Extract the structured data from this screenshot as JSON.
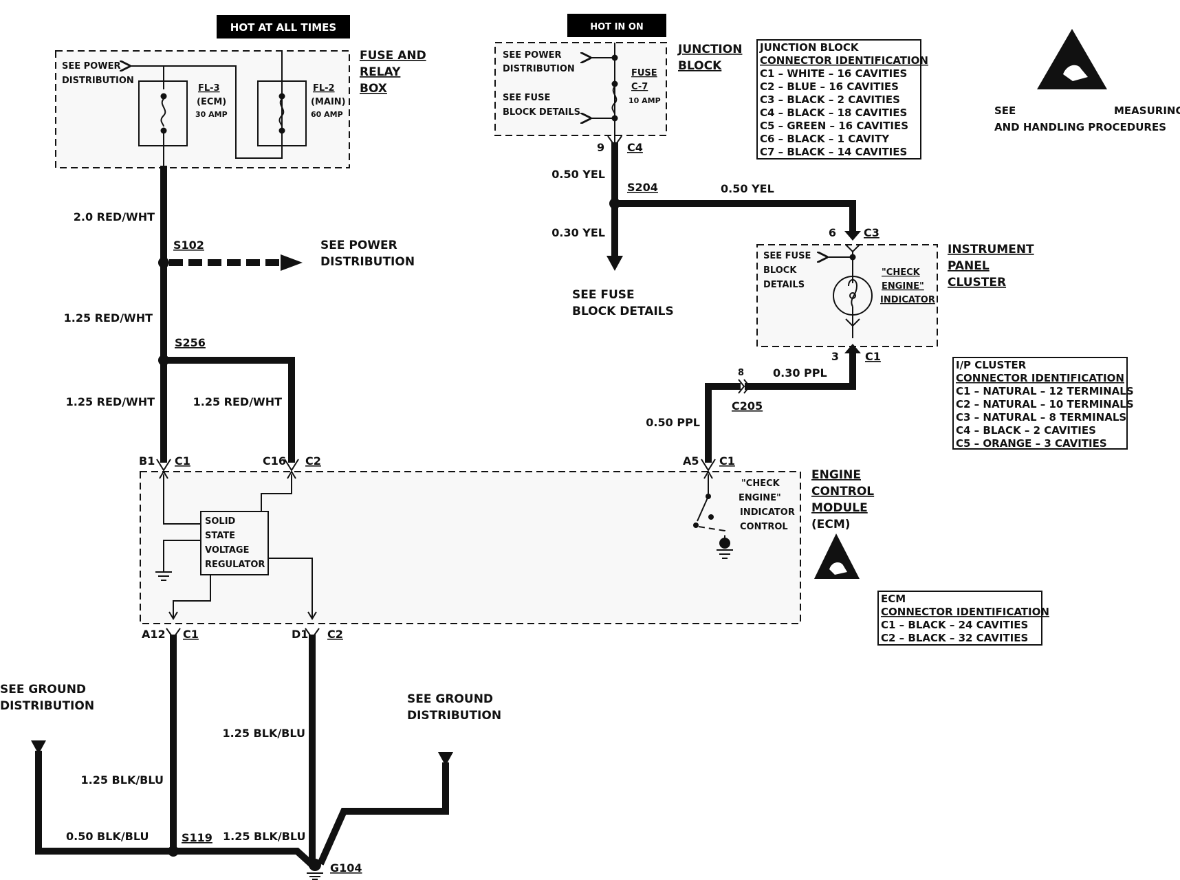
{
  "banners": {
    "hot_at_all_times": "HOT AT ALL TIMES",
    "hot_in_on": "HOT IN ON"
  },
  "fuse_relay_box": {
    "title": [
      "FUSE AND",
      "RELAY",
      "BOX"
    ],
    "see_power": [
      "SEE POWER",
      "DISTRIBUTION"
    ],
    "fl3": {
      "name": "FL-3",
      "desc": "(ECM)",
      "rating": "30 AMP"
    },
    "fl2": {
      "name": "FL-2",
      "desc": "(MAIN)",
      "rating": "60 AMP"
    }
  },
  "junction_block": {
    "title": [
      "JUNCTION",
      "BLOCK"
    ],
    "see_power": [
      "SEE POWER",
      "DISTRIBUTION"
    ],
    "see_fuse": [
      "SEE FUSE",
      "BLOCK DETAILS"
    ],
    "fuse": {
      "name": "FUSE",
      "id": "C-7",
      "rating": "10 AMP"
    },
    "conn_table": {
      "title": [
        "JUNCTION BLOCK",
        "CONNECTOR IDENTIFICATION"
      ],
      "rows": [
        "C1 – WHITE – 16 CAVITIES",
        "C2 – BLUE – 16 CAVITIES",
        "C3 – BLACK – 2 CAVITIES",
        "C4 – BLACK – 18 CAVITIES",
        "C5 – GREEN – 16 CAVITIES",
        "C6 – BLACK – 1 CAVITY",
        "C7 – BLACK – 14 CAVITIES"
      ]
    }
  },
  "esd_note": {
    "left": "SEE",
    "right": "MEASURING",
    "line2": "AND HANDLING PROCEDURES"
  },
  "wires": {
    "w_2_0_red_wht": "2.0 RED/WHT",
    "w_1_25_red_wht_a": "1.25 RED/WHT",
    "w_1_25_red_wht_b": "1.25 RED/WHT",
    "w_1_25_red_wht_c": "1.25 RED/WHT",
    "w_0_50_yel_a": "0.50 YEL",
    "w_0_50_yel_b": "0.50 YEL",
    "w_0_30_yel": "0.30 YEL",
    "w_0_30_ppl": "0.30 PPL",
    "w_0_50_ppl": "0.50 PPL",
    "w_1_25_blk_blu_a": "1.25 BLK/BLU",
    "w_1_25_blk_blu_b": "1.25 BLK/BLU",
    "w_1_25_blk_blu_c": "1.25 BLK/BLU",
    "w_0_50_blk_blu": "0.50 BLK/BLU"
  },
  "splices": {
    "s102": "S102",
    "s256": "S256",
    "s204": "S204",
    "s119": "S119",
    "g104": "G104"
  },
  "connectors": {
    "c4": "C4",
    "pin9": "9",
    "c3": "C3",
    "pin6": "6",
    "c1_ipc": "C1",
    "pin3": "3",
    "c205": "C205",
    "pin8": "8",
    "b1": "B1",
    "c1_b1": "C1",
    "c16": "C16",
    "c2_c16": "C2",
    "a5": "A5",
    "c1_a5": "C1",
    "a12": "A12",
    "c1_a12": "C1",
    "d1": "D1",
    "c2_d1": "C2"
  },
  "see_labels": {
    "power_dist": [
      "SEE POWER",
      "DISTRIBUTION"
    ],
    "fuse_block": [
      "SEE FUSE",
      "BLOCK DETAILS"
    ],
    "ground_left": [
      "SEE GROUND",
      "DISTRIBUTION"
    ],
    "ground_mid": [
      "SEE GROUND",
      "DISTRIBUTION"
    ]
  },
  "instrument_cluster": {
    "title": [
      "INSTRUMENT",
      "PANEL",
      "CLUSTER"
    ],
    "see_fuse": [
      "SEE FUSE",
      "BLOCK",
      "DETAILS"
    ],
    "indicator": [
      "\"CHECK",
      "ENGINE\"",
      "INDICATOR"
    ],
    "conn_table": {
      "title": [
        "I/P CLUSTER",
        "CONNECTOR IDENTIFICATION"
      ],
      "rows": [
        "C1 – NATURAL – 12 TERMINALS",
        "C2 – NATURAL – 10 TERMINALS",
        "C3 – NATURAL – 8 TERMINALS",
        "C4 – BLACK – 2 CAVITIES",
        "C5 – ORANGE – 3 CAVITIES"
      ]
    }
  },
  "ecm": {
    "title": [
      "ENGINE",
      "CONTROL",
      "MODULE",
      "(ECM)"
    ],
    "regulator": [
      "SOLID",
      "STATE",
      "VOLTAGE",
      "REGULATOR"
    ],
    "indicator_control": [
      "\"CHECK",
      "ENGINE\"",
      "INDICATOR",
      "CONTROL"
    ],
    "conn_table": {
      "title": [
        "ECM",
        "CONNECTOR IDENTIFICATION"
      ],
      "rows": [
        "C1 – BLACK – 24 CAVITIES",
        "C2 – BLACK – 32 CAVITIES"
      ]
    }
  }
}
